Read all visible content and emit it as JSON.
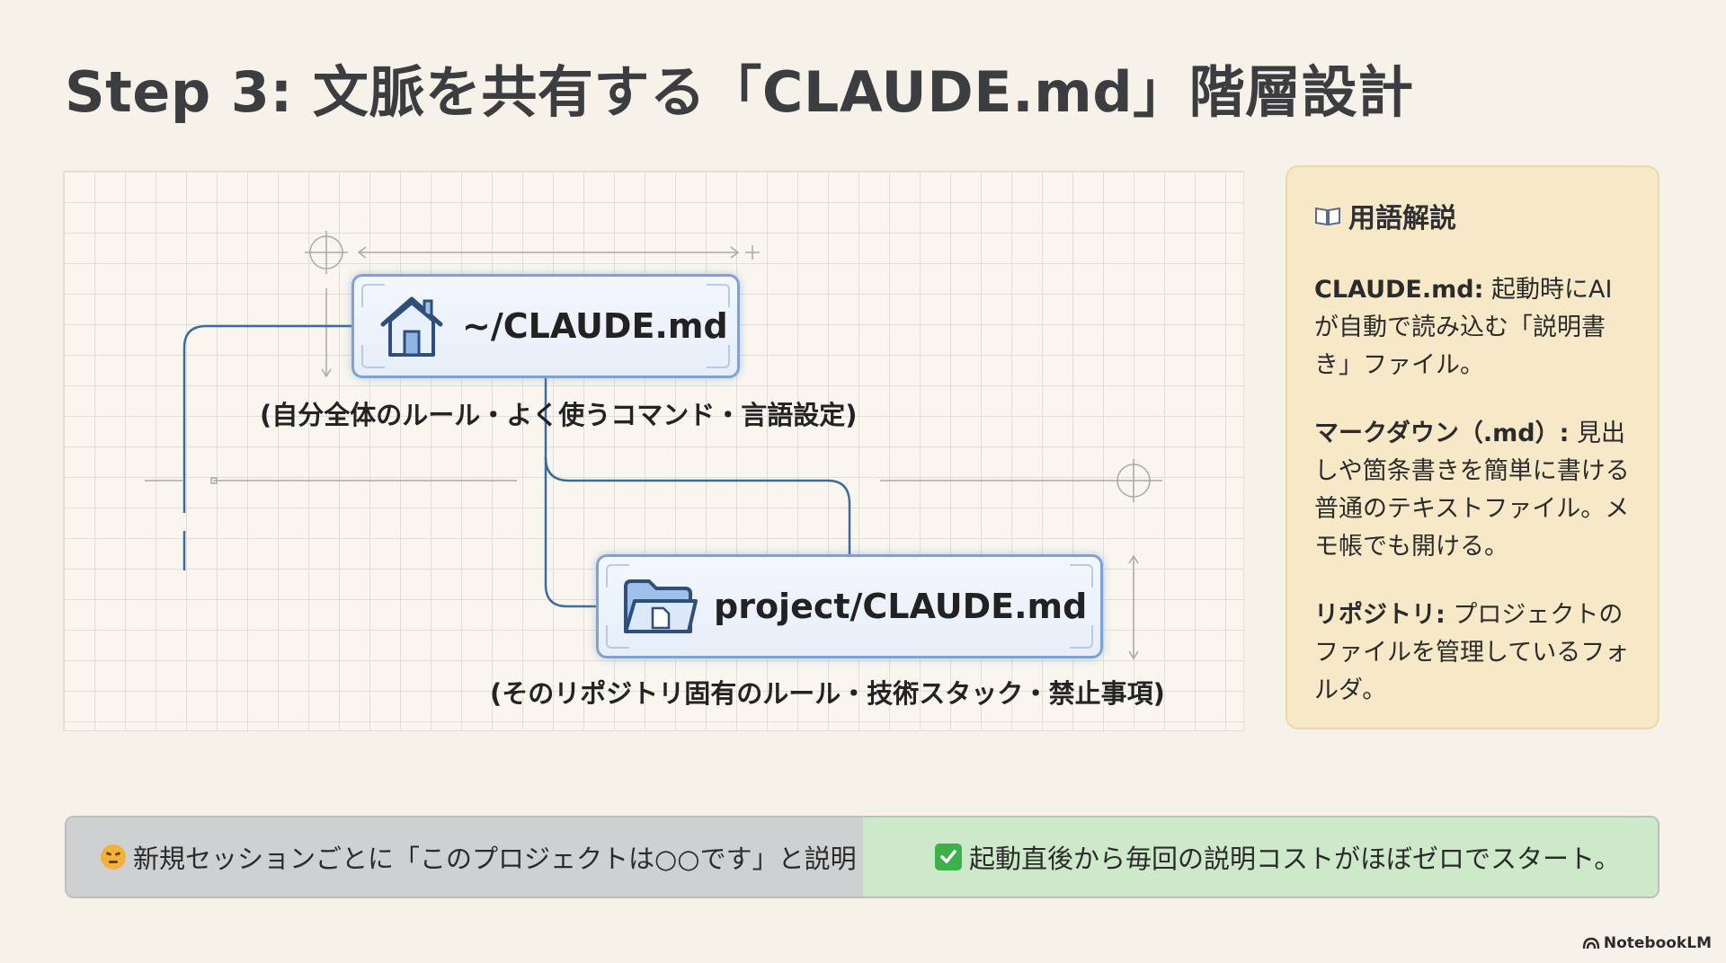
{
  "title": "Step 3: 文脈を共有する「CLAUDE.md」階層設計",
  "diagram": {
    "home_node": {
      "label": "~/CLAUDE.md",
      "icon": "house-icon"
    },
    "home_caption": "(自分全体のルール・よく使うコマンド・言語設定)",
    "project_node": {
      "label": "project/CLAUDE.md",
      "icon": "folder-icon"
    },
    "project_caption": "(そのリポジトリ固有のルール・技術スタック・禁止事項)",
    "line_color": "#3f6a9c",
    "node_border_color": "#7ea2d6"
  },
  "glossary": {
    "heading": "用語解説",
    "icon": "book-icon",
    "terms": [
      {
        "term": "CLAUDE.md:",
        "desc": " 起動時にAIが自動で読み込む「説明書き」ファイル。"
      },
      {
        "term": "マークダウン（.md）:",
        "desc": " 見出しや箇条書きを簡単に書ける普通のテキストファイル。メモ帳でも開ける。"
      },
      {
        "term": "リポジトリ:",
        "desc": " プロジェクトのファイルを管理しているフォルダ。"
      }
    ]
  },
  "comparison": {
    "before": "新規セッションごとに「このプロジェクトは○○です」と説明",
    "after": "起動直後から毎回の説明コストがほぼゼロでスタート。"
  },
  "brand": "NotebookLM"
}
